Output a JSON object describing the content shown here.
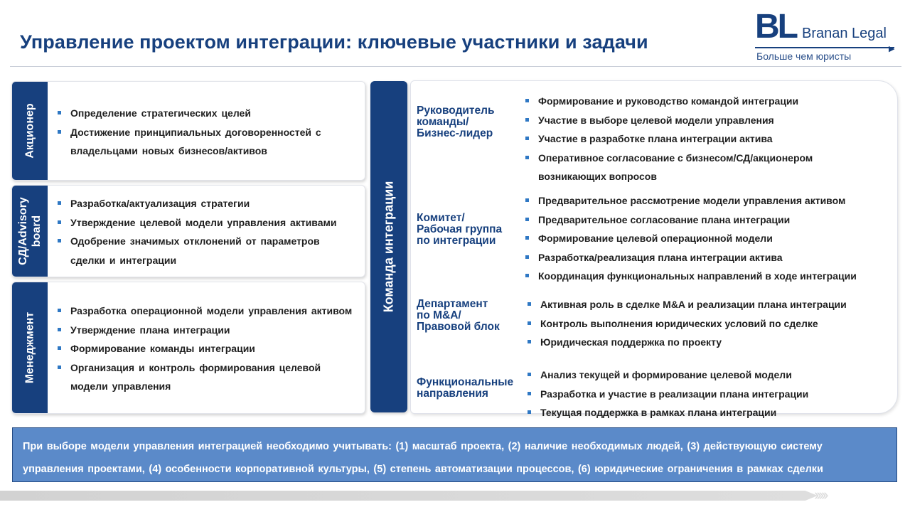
{
  "title": "Управление проектом интеграции: ключевые участники и задачи",
  "logo": {
    "mark": "BL",
    "name": "Branan Legal",
    "tagline": "Больше чем юристы",
    "color": "#17407e"
  },
  "left_blocks": [
    {
      "label": "Акционер",
      "items": [
        "Определение стратегических целей",
        "Достижение принципиальных договоренностей с",
        "владельцами новых бизнесов/активов"
      ]
    },
    {
      "label_line1": "СД/Advisory",
      "label_line2": "board",
      "items": [
        "Разработка/актуализация стратегии",
        "Утверждение целевой модели управления активами",
        "Одобрение значимых отклонений от параметров",
        "сделки и интеграции"
      ]
    },
    {
      "label": "Менеджмент",
      "items": [
        "Разработка операционной модели управления активом",
        "Утверждение плана интеграции",
        "Формирование команды интеграции",
        "Организация и контроль формирования целевой",
        "модели управления"
      ]
    }
  ],
  "team": {
    "label": "Команда интеграции",
    "roles": [
      {
        "name_lines": [
          "Руководитель",
          "команды/",
          "Бизнес-лидер"
        ],
        "items": [
          "Формирование и руководство командой интеграции",
          "Участие в выборе целевой модели управления",
          "Участие в разработке плана интеграции актива",
          "Оперативное согласование с бизнесом/СД/акционером",
          "возникающих вопросов"
        ]
      },
      {
        "name_lines": [
          "Комитет/",
          "Рабочая группа",
          "по интеграции"
        ],
        "items": [
          "Предварительное рассмотрение модели управления активом",
          "Предварительное согласование плана интеграции",
          "Формирование целевой операционной модели",
          "Разработка/реализация плана интеграции актива",
          "Координация функциональных направлений в ходе интеграции"
        ]
      },
      {
        "name_lines": [
          "Департамент",
          "по M&A/",
          "Правовой блок"
        ],
        "items": [
          "Активная роль в сделке M&A и реализации плана интеграции",
          "Контроль выполнения юридических условий по сделке",
          "Юридическая поддержка по проекту"
        ]
      },
      {
        "name_lines": [
          "Функциональные",
          "направления"
        ],
        "items": [
          "Анализ текущей и формирование целевой модели",
          "Разработка и участие в реализации плана интеграции",
          "Текущая поддержка в рамках плана интеграции"
        ]
      }
    ]
  },
  "footer_note": "При выборе модели управления интеграцией необходимо учитывать: (1) масштаб проекта, (2) наличие необходимых людей, (3) действующую систему управления проектами, (4) особенности корпоративной культуры, (5) степень автоматизации процессов, (6) юридические ограничения в рамках сделки",
  "colors": {
    "primary": "#17407e",
    "bullet": "#2f78c4",
    "note_bg": "#5b8ac9"
  },
  "icons": {
    "bullet": "square-bullet-icon",
    "chevrons": "chevron-right-icon"
  }
}
